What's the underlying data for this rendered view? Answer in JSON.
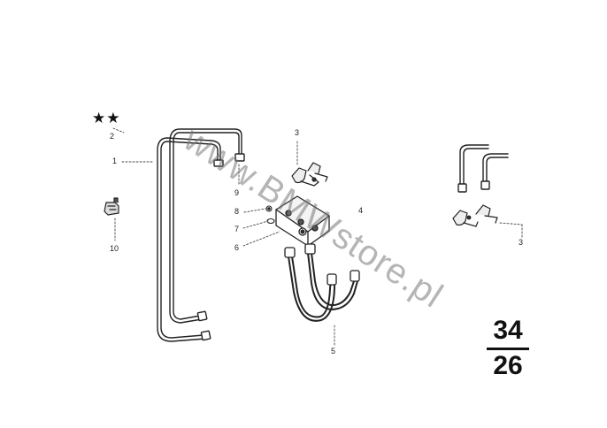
{
  "diagram": {
    "symbols": {
      "stars": "★★"
    },
    "callouts": {
      "c1": "1",
      "c2": "2",
      "c3a": "3",
      "c3b": "3",
      "c4": "4",
      "c5": "5",
      "c6": "6",
      "c7": "7",
      "c8": "8",
      "c9": "9",
      "c10": "10"
    },
    "group": {
      "top": "34",
      "bottom": "26"
    },
    "watermark": "www.BMWstore.pl"
  }
}
